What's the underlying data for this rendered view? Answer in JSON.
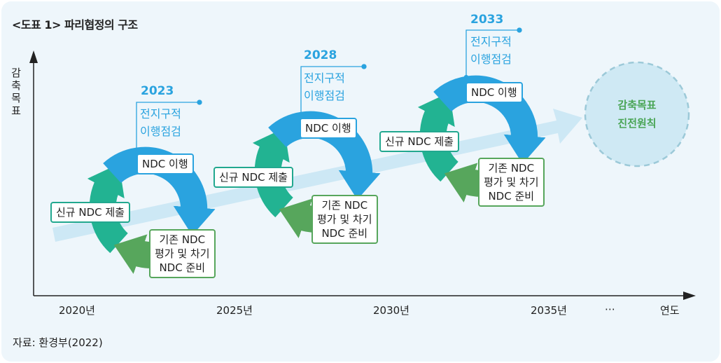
{
  "title": "<도표 1> 파리협정의 구조",
  "y_axis_label": "감축목표",
  "x_axis_label": "연도",
  "x_ticks": [
    "2020년",
    "2025년",
    "2030년",
    "2035년",
    "⋯"
  ],
  "cycles": [
    {
      "year": "2023",
      "check": [
        "전지구적",
        "이행점검"
      ],
      "submit": "신규 NDC 제출",
      "implement": "NDC 이행",
      "review": [
        "기존 NDC",
        "평가 및 차기",
        "NDC 준비"
      ]
    },
    {
      "year": "2028",
      "check": [
        "전지구적",
        "이행점검"
      ],
      "submit": "신규 NDC 제출",
      "implement": "NDC 이행",
      "review": [
        "기존 NDC",
        "평가 및 차기",
        "NDC 준비"
      ]
    },
    {
      "year": "2033",
      "check": [
        "전지구적",
        "이행점검"
      ],
      "submit": "신규 NDC 제출",
      "implement": "NDC 이행",
      "review": [
        "기존 NDC",
        "평가 및 차기",
        "NDC 준비"
      ]
    }
  ],
  "goal": [
    "감축목표",
    "진전원칙"
  ],
  "source": "자료: 환경부(2022)",
  "colors": {
    "blue": "#2aa3df",
    "teal": "#22a88f",
    "green": "#57a65c",
    "progress_arrow": "#cde8f5",
    "goal_circle": "#cfe9f4"
  }
}
